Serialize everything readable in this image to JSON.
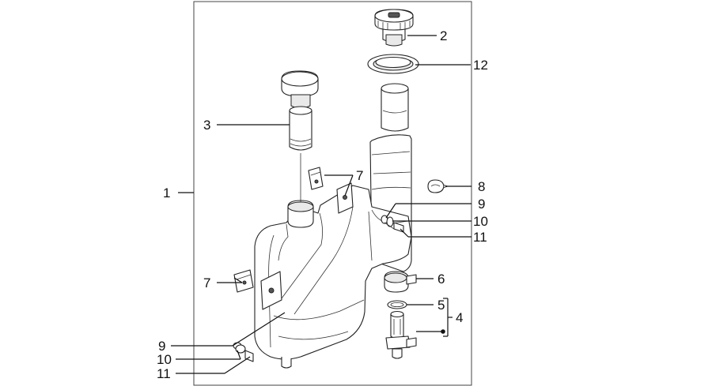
{
  "callouts": {
    "c1": "1",
    "c2": "2",
    "c3": "3",
    "c4": "4",
    "c5": "5",
    "c6": "6",
    "c7a": "7",
    "c7b": "7",
    "c8": "8",
    "c9a": "9",
    "c9b": "9",
    "c10a": "10",
    "c10b": "10",
    "c11a": "11",
    "c11b": "11",
    "c12": "12"
  },
  "colors": {
    "line": "#222222",
    "shade": "#e9e9e9",
    "frame": "#444444"
  }
}
